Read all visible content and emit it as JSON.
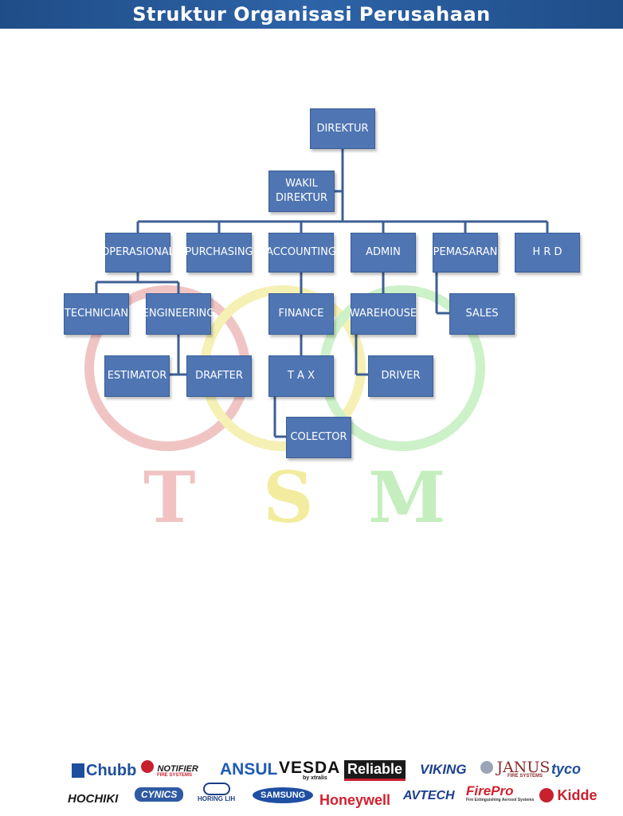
{
  "header": {
    "title": "Struktur Organisasi Perusahaan"
  },
  "org_chart": {
    "root": "DIREKTUR",
    "deputy": "WAKIL\nDIREKTUR",
    "departments": [
      "OPERASIONAL",
      "PURCHASING",
      "ACCOUNTING",
      "ADMIN",
      "PEMASARAN",
      "H R D"
    ],
    "operasional_units": [
      "TECHNICIAN",
      "ENGINEERING"
    ],
    "engineering_units": [
      "ESTIMATOR",
      "DRAFTER"
    ],
    "accounting_units": [
      "FINANCE",
      "T A X",
      "COLECTOR"
    ],
    "admin_units": [
      "WAREHOUSE",
      "DRIVER"
    ],
    "pemasaran_units": [
      "SALES"
    ]
  },
  "watermark": {
    "letters": [
      "T",
      "S",
      "M"
    ],
    "colors": [
      "#e8a0a0",
      "#f2e58a",
      "#a8e6a0"
    ]
  },
  "partner_logos": {
    "row1": [
      "Chubb",
      "NOTIFIER",
      "ANSUL",
      "VESDA",
      "Reliable",
      "VIKING",
      "JANUS",
      "tyco"
    ],
    "row2": [
      "HOCHIKI",
      "CYNICS",
      "HORING LIH",
      "SAMSUNG",
      "Honeywell",
      "AVTECH",
      "FirePro",
      "Kidde"
    ],
    "sublabels": {
      "notifier": "FIRE SYSTEMS",
      "vesda": "by xtralis",
      "janus": "FIRE SYSTEMS",
      "firepro": "Fire Extinguishing Aerosol Systems"
    }
  }
}
